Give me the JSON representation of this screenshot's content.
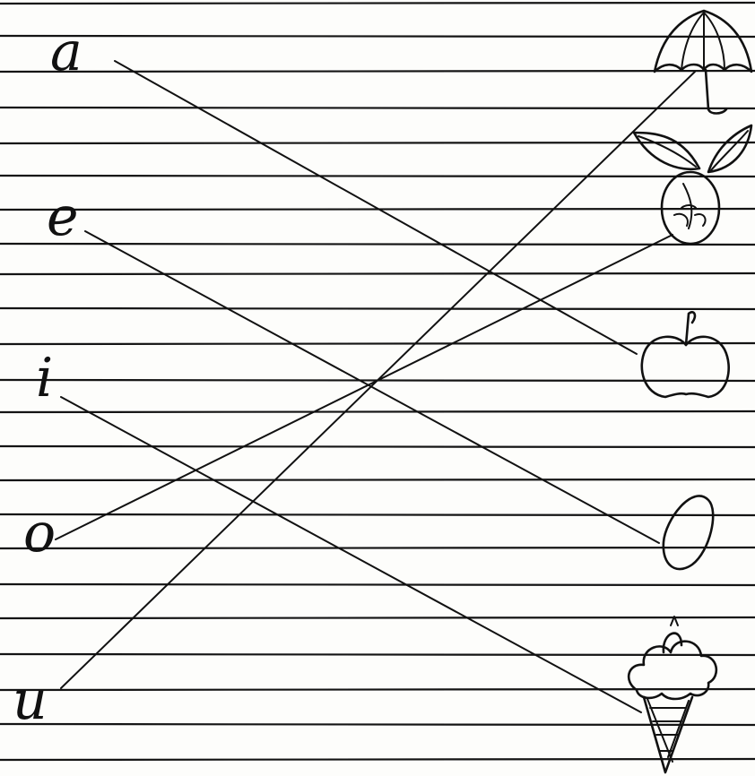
{
  "worksheet": {
    "letters": [
      "a",
      "e",
      "i",
      "o",
      "u"
    ]
  },
  "pictures": [
    {
      "icon": "umbrella-icon"
    },
    {
      "icon": "onion-icon"
    },
    {
      "icon": "apple-icon"
    },
    {
      "icon": "egg-icon"
    },
    {
      "icon": "ice-cream-icon"
    }
  ],
  "matches": [
    {
      "letter": "a",
      "picture": "apple-icon"
    },
    {
      "letter": "e",
      "picture": "egg-icon"
    },
    {
      "letter": "i",
      "picture": "ice-cream-icon"
    },
    {
      "letter": "o",
      "picture": "onion-icon"
    },
    {
      "letter": "u",
      "picture": "umbrella-icon"
    }
  ],
  "colors": {
    "paper": "#fdfdfb",
    "ink": "#111111"
  }
}
